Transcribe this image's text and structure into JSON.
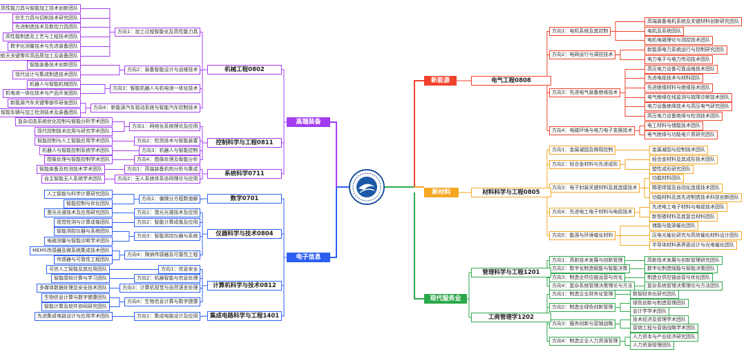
{
  "center": {
    "logo": "university-seal"
  },
  "left": [
    {
      "label": "高端装备",
      "color": "#a33cf0",
      "disciplines": [
        {
          "label": "机械工程0802",
          "directions": [
            {
              "label": "方向1：加工过程智能化及高性能刀具",
              "teams": [
                "高性能刀具与智能加工技术创新团队",
                "仿生刀具与切削技术研究团队",
                "先进制造技术及数控刀具团队",
                "高性能制造及工艺与工程技术团队",
                "数字化测量技术与先进装备团队",
                "航空航天关键零件高品质加工及装备团队"
              ]
            },
            {
              "label": "方向2：装备智能设计与运维技术",
              "teams": [
                "智能装备技术创新团队",
                "现代设计与集成制造技术团队"
              ]
            },
            {
              "label": "方向3：智能机器人与机电液一体化技术",
              "teams": [
                "机器人与智能机械团队",
                "机电液一体化技术与产品开发团队"
              ]
            },
            {
              "label": "方向4：新能源汽车驱动系统与智能汽车控制技术",
              "teams": [
                "新能源汽车关键零部件研发团队",
                "智能车辆与加工检测技术及装备团队"
              ]
            }
          ]
        },
        {
          "label": "控制科学与工程0811",
          "directions": [
            {
              "label": "方向1：网络化系统理论及应用",
              "teams": [
                "复杂动态系统优化控制与智能分析学术团队",
                "现代控制技术应用与研究学术团队"
              ]
            },
            {
              "label": "方向2：检测技术与智能装置",
              "teams": [
                "智能控制与人工智能应用学术团队"
              ]
            },
            {
              "label": "方向3：机器人与智能控制",
              "teams": [
                "机器人与智能控制系统学术团队"
              ]
            },
            {
              "label": "方向4：图像处理及智能分析",
              "teams": [
                "图像处理与智能控制学术团队"
              ]
            }
          ]
        },
        {
          "label": "系统科学0711",
          "directions": [
            {
              "label": "方向1：高端装备机构分析与集成",
              "teams": [
                "智能装备及检测技术学术团队"
              ]
            },
            {
              "label": "方向2：无人系统体系协同理论与应用",
              "teams": [
                "自主智能无人系统学术团队"
              ]
            }
          ]
        }
      ]
    },
    {
      "label": "电子信息",
      "color": "#2c5ff2",
      "disciplines": [
        {
          "label": "数学0701",
          "directions": [
            {
              "label": "方向1：偏微分方程数值解",
              "teams": [
                "人工智能与科学计算研究团队",
                "智能控制与优化团队"
              ]
            }
          ]
        },
        {
          "label": "仪器科学与技术0804",
          "directions": [
            {
              "label": "方向1：激光光谱技术及应用",
              "teams": [
                "激光光谱技术及应用研究团队"
              ]
            },
            {
              "label": "方向2：智能计算成像及应用",
              "teams": [
                "视觉检测与计算成像团队"
              ]
            },
            {
              "label": "方向3：智能测控仪器与系统",
              "teams": [
                "智能测控仪器与系统团队",
                "电磁测量与智能诊断学术团队"
              ]
            },
            {
              "label": "方向4：微纳传感器及可靠性工程",
              "teams": [
                "MEMS传感器及微系统集成技术团队",
                "传感器与可靠性工程团队"
              ]
            }
          ]
        },
        {
          "label": "计算机科学与技术0812",
          "directions": [
            {
              "label": "方向1：信息安全",
              "teams": [
                "可信人工智能及其应用团队"
              ]
            },
            {
              "label": "方向2：机器智能与信息处理",
              "teams": [
                "智能感知计算与学习团队"
              ]
            },
            {
              "label": "方向3：计算机视觉与自然语言处理",
              "teams": [
                "多媒体数据处理及安全技术团队"
              ]
            },
            {
              "label": "方向4：生物信息计算与数字健康",
              "teams": [
                "生物信息计算与数字健康团队",
                "智能计算及软件协同研究团队"
              ]
            }
          ]
        },
        {
          "label": "集成电路科学与工程1401",
          "directions": [
            {
              "label": "方向1：集成电路设计及应用",
              "teams": [
                "先进集成电路设计与应用学术团队"
              ]
            }
          ]
        }
      ]
    }
  ],
  "right": [
    {
      "label": "新能源",
      "color": "#f0412a",
      "disciplines": [
        {
          "label": "电气工程0808",
          "directions": [
            {
              "label": "方向1：电机系统及其控制",
              "teams": [
                "高端装备电机系统及关键材料创新研究团队",
                "电机及系统团队",
                "电机电磁理论与测控技术团队"
              ]
            },
            {
              "label": "方向2：电网运行与调控技术",
              "teams": [
                "新能源电力系统运行与控制研究团队",
                "电力电子与电力传动技术团队"
              ]
            },
            {
              "label": "方向3：先进电气装备绝缘技术",
              "teams": [
                "高压电力设备可靠运维技术团队",
                "先进电缆技术与材料团队",
                "先进绝缘材料与绝缘技术团队",
                "电气绝缘在线监测与故障诊断技术团队",
                "电力设备绝缘技术与高压电气研究团队",
                "高压电力设备绝缘与检测技术团队"
              ]
            },
            {
              "label": "方向4：电磁环境与电力电子变换技术",
              "teams": [
                "电工材料与储能技术团队",
                "电气绝缘与功能电介质研究团队"
              ]
            }
          ]
        }
      ]
    },
    {
      "label": "新材料",
      "color": "#f5a623",
      "disciplines": [
        {
          "label": "材料科学与工程0805",
          "directions": [
            {
              "label": "方向1：金属凝固及微观控制",
              "teams": [
                "金属凝固与控制技术团队"
              ]
            },
            {
              "label": "方向2：轻合金材料与先进成形",
              "teams": [
                "轻合金材料及其成形技术团队",
                "塑性成形研究团队"
              ]
            },
            {
              "label": "方向3：电子封装关键材料及其连接技术",
              "teams": [
                "功能材料团队",
                "精密焊接及自动化连接技术团队",
                "功能材料及其先进制造技术科技创新团队"
              ]
            },
            {
              "label": "方向4：先进电工电子材料与电缆技术",
              "teams": [
                "先进电工电子材料与电缆技术团队",
                "新型碳材料及其复合材料团队"
              ]
            },
            {
              "label": "方向5：能源与环境催化材料",
              "teams": [
                "储能与能源催化团队",
                "压电光催化研究与高效催化材料设计团队",
                "半导体材料表界面设计与光电催化团队"
              ]
            }
          ]
        }
      ]
    },
    {
      "label": "现代服务业",
      "color": "#2ba84a",
      "disciplines": [
        {
          "label": "管理科学与工程1201",
          "directions": [
            {
              "label": "方向1：高新技术发展与创新管理",
              "teams": [
                "高新技术发展与创新管理研究团队"
              ]
            },
            {
              "label": "方向2：数字化制造赋能与智能决策",
              "teams": [
                "数字化制造赋能与智能决策团队"
              ]
            },
            {
              "label": "方向3：制造业供应链运营与优化",
              "teams": [
                "制造业供应链运营与优化团队"
              ]
            },
            {
              "label": "方向4：复杂系统管理决策理论与方法",
              "teams": [
                "复杂系统管理决策理论与方法团队"
              ]
            }
          ]
        },
        {
          "label": "工商管理学1202",
          "directions": [
            {
              "label": "方向1：制造企业财务化管理",
              "teams": [
                "数智财务化研究团队"
              ]
            },
            {
              "label": "方向2：制造业绿色创新管理",
              "teams": [
                "绿色创新与制造管理团队",
                "会计学学术团队"
              ]
            },
            {
              "label": "方向3：服务创新与营销战略",
              "teams": [
                "技术经济及管理学术团队",
                "营销工程与营销战略学术团队"
              ]
            },
            {
              "label": "方向4：制造企业人力资源管理",
              "teams": [
                "人力资本与产业经济研究团队",
                "人力资源管理团队"
              ]
            }
          ]
        }
      ]
    }
  ]
}
